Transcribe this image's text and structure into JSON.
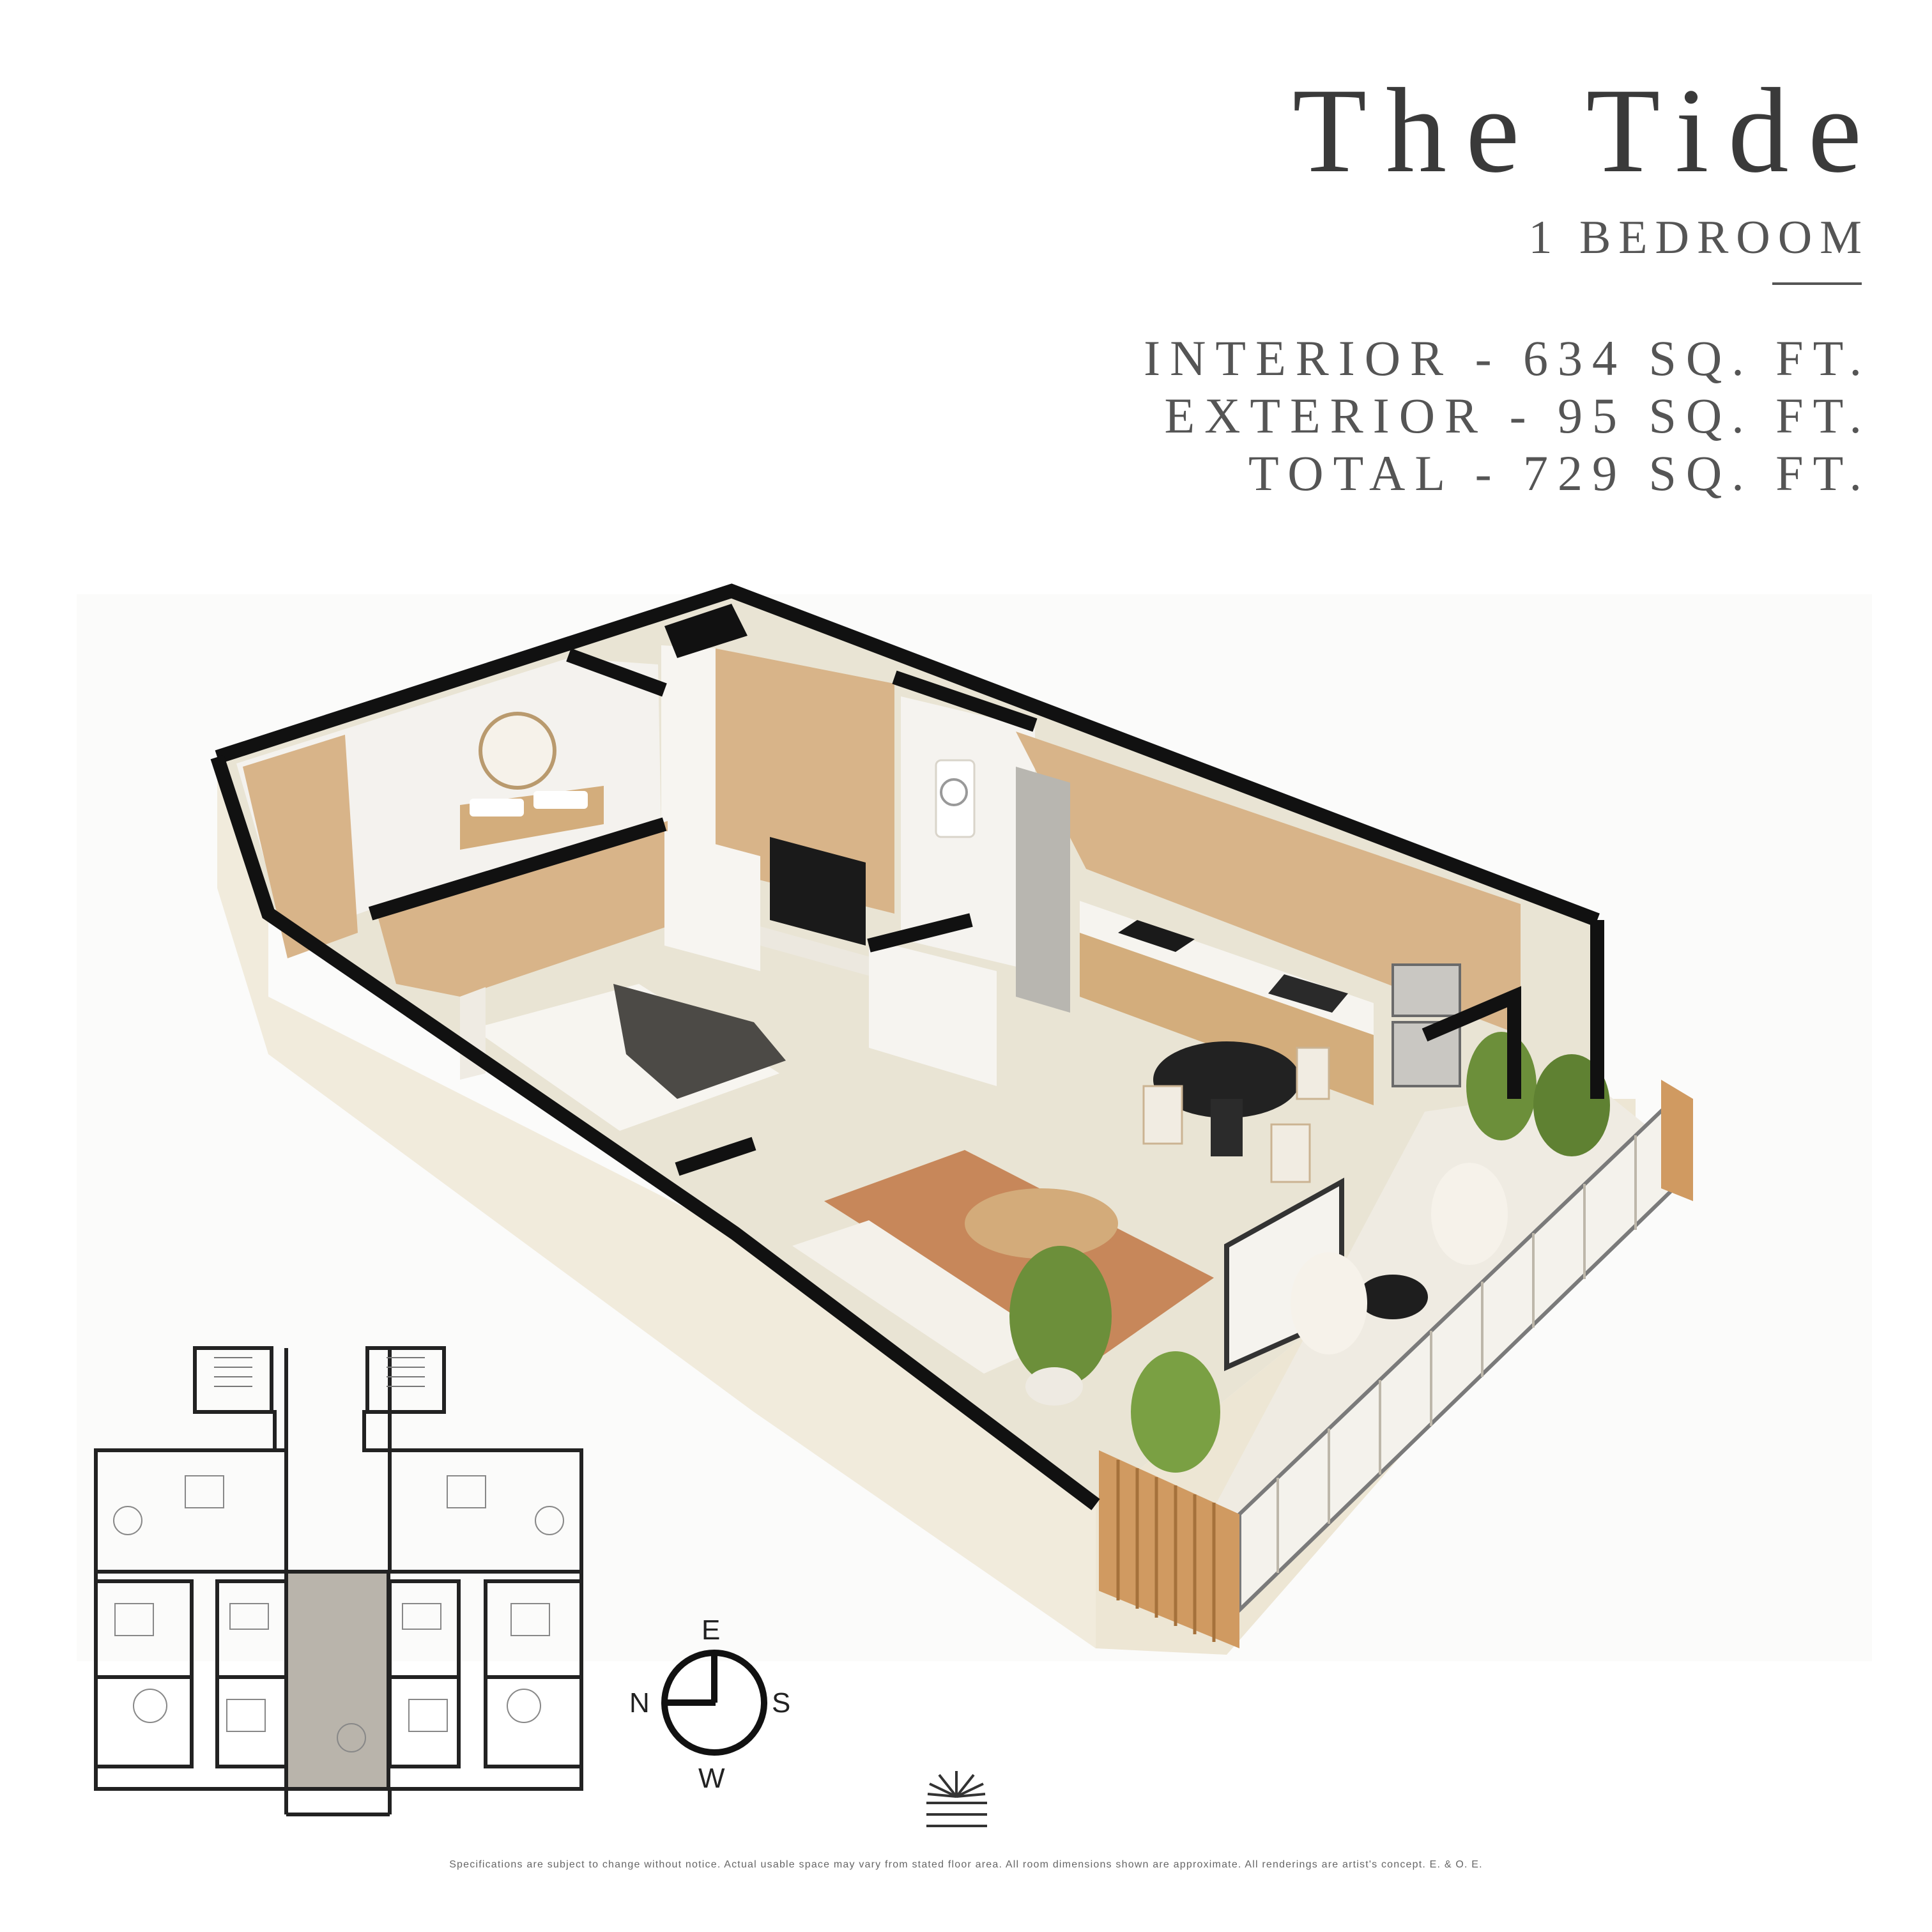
{
  "header": {
    "title": "The Tide",
    "subtitle": "1 BEDROOM",
    "areas": {
      "interior": "INTERIOR - 634 SQ. FT.",
      "exterior": "EXTERIOR - 95 SQ. FT.",
      "total": "TOTAL - 729 SQ. FT."
    }
  },
  "compass": {
    "east": "E",
    "north": "N",
    "south": "S",
    "west": "W"
  },
  "footer": {
    "disclaimer": "Specifications are subject to change without notice. Actual usable space may vary from stated floor area. All room dimensions shown are approximate. All renderings are artist's concept. E. & O. E."
  },
  "colors": {
    "wood": "#d8b489",
    "floor": "#e9e4d4",
    "wall": "#111111",
    "rug": "#c7875a",
    "plant": "#6c8f3a",
    "keyplan_highlight": "#b9b4ab"
  },
  "icons": {
    "logo": "sunrise-logo-icon",
    "compass": "compass-icon"
  }
}
